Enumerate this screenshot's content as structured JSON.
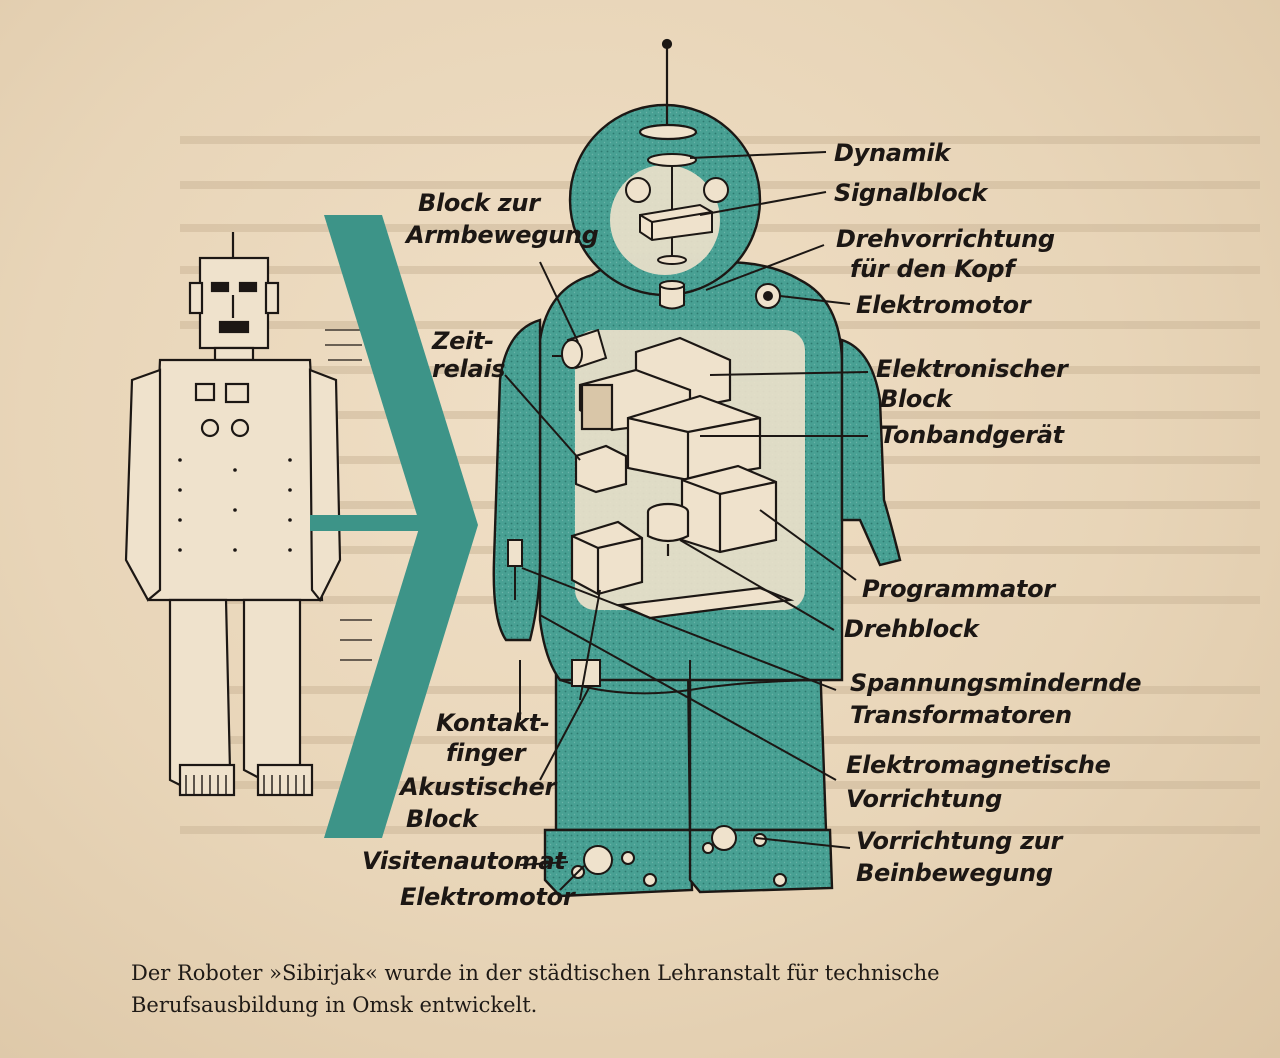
{
  "labels": {
    "dynamik": "Dynamik",
    "signalblock": "Signalblock",
    "arm_line1": "Block zur",
    "arm_line2": "Armbewegung",
    "dreh_line1": "Drehvorrichtung",
    "dreh_line2": "für den Kopf",
    "elektromotor_top": "Elektromotor",
    "zeit_line1": "Zeit-",
    "zeit_line2": "relais",
    "elek_block_line1": "Elektronischer",
    "elek_block_line2": "Block",
    "tonband": "Tonbandgerät",
    "programmator": "Programmator",
    "drehblock": "Drehblock",
    "spann_line1": "Spannungsmindernde",
    "spann_line2": "Transformatoren",
    "kontakt_line1": "Kontakt-",
    "kontakt_line2": "finger",
    "elmag_line1": "Elektromagnetische",
    "elmag_line2": "Vorrichtung",
    "akust_line1": "Akustischer",
    "akust_line2": "Block",
    "bein_line1": "Vorrichtung zur",
    "bein_line2": "Beinbewegung",
    "visiten": "Visitenautomat",
    "elektromotor_bottom": "Elektromotor"
  },
  "caption": {
    "line1": "Der Roboter »Sibirjak« wurde in der städtischen Lehranstalt für technische",
    "line2": "Berufsausbildung in Omsk entwickelt."
  },
  "colors": {
    "paper": "#e9d7bd",
    "teal": "#3d9488",
    "teal_light": "#7fbdb2",
    "ink": "#1c1714"
  }
}
